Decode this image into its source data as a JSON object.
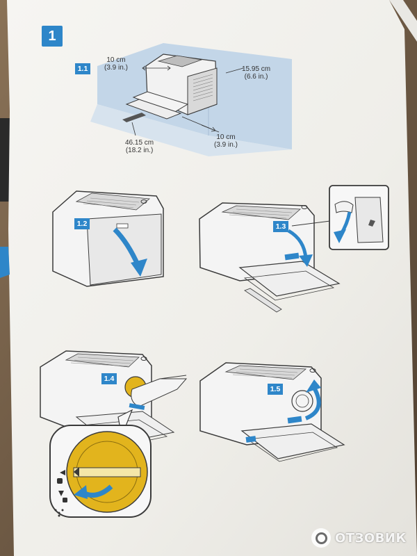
{
  "step": {
    "number": "1"
  },
  "substeps": {
    "s1_1": "1.1",
    "s1_2": "1.2",
    "s1_3": "1.3",
    "s1_4": "1.4",
    "s1_5": "1.5"
  },
  "clearances": {
    "top": {
      "metric": "10 cm",
      "imperial": "(3.9 in.)"
    },
    "rear": {
      "metric": "15.95 cm",
      "imperial": "(6.6 in.)"
    },
    "front": {
      "metric": "46.15 cm",
      "imperial": "(18.2 in.)"
    },
    "side": {
      "metric": "10 cm",
      "imperial": "(3.9 in.)"
    }
  },
  "watermark": {
    "text": "ОТЗОВИК"
  },
  "colors": {
    "accent": "#2e86c9",
    "toner": "#e2b41d",
    "wall": "#c3d6e8",
    "paper": "#f4f3ef",
    "line": "#3a3a3a"
  }
}
